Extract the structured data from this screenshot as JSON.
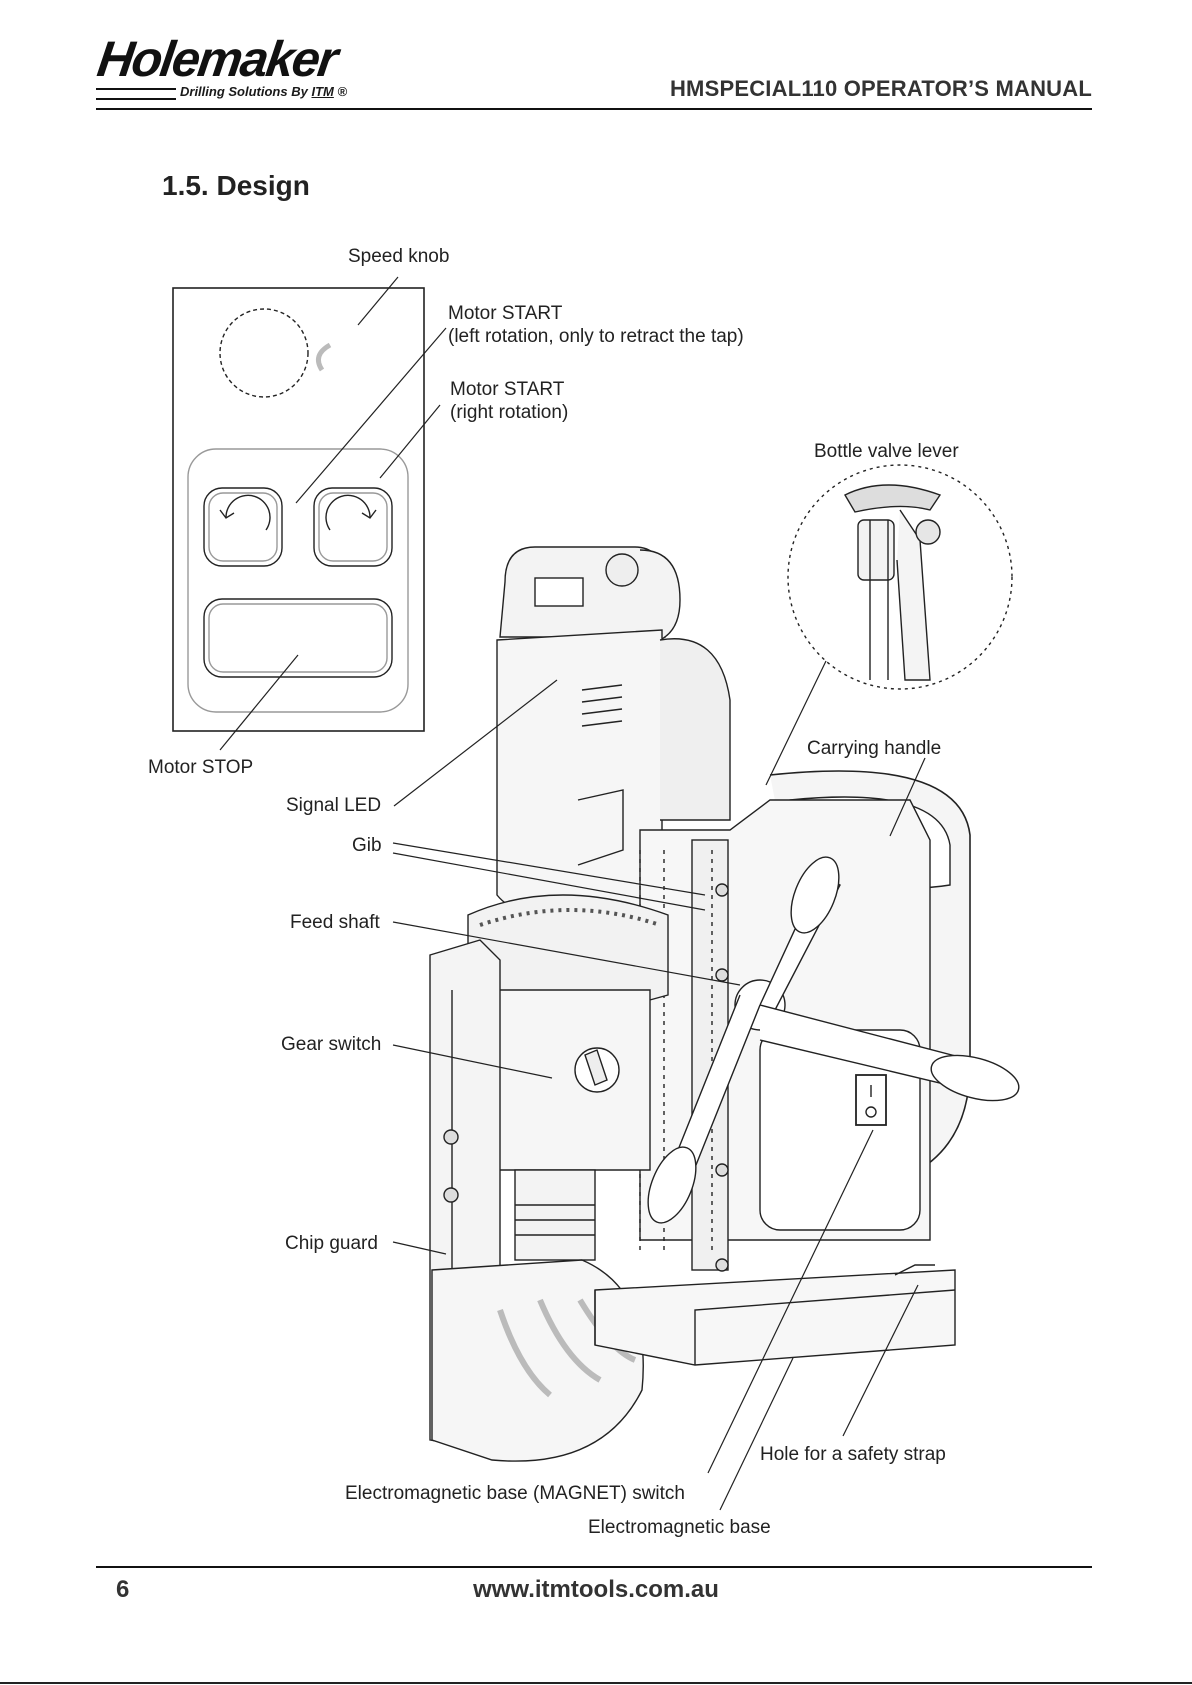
{
  "header": {
    "logo_text": "Holemaker",
    "logo_tagline": "Drilling Solutions By",
    "logo_brand": "ITM",
    "logo_registered": "®",
    "manual_title": "HMSPECIAL110 OPERATOR’S MANUAL"
  },
  "section": {
    "title": "1.5. Design"
  },
  "callouts": {
    "speed_knob": "Speed knob",
    "motor_start_left_1": "Motor START",
    "motor_start_left_2": "(left rotation, only to retract the tap)",
    "motor_start_right_1": "Motor START",
    "motor_start_right_2": "(right rotation)",
    "bottle_valve_lever": "Bottle valve lever",
    "carrying_handle": "Carrying handle",
    "motor_stop": "Motor STOP",
    "signal_led": "Signal LED",
    "gib": "Gib",
    "feed_shaft": "Feed shaft",
    "gear_switch": "Gear switch",
    "chip_guard": "Chip guard",
    "hole_safety_strap": "Hole for a safety strap",
    "magnet_switch": "Electromagnetic base (MAGNET) switch",
    "electromagnetic_base": "Electromagnetic base"
  },
  "footer": {
    "page_number": "6",
    "website": "www.itmtools.com.au"
  }
}
